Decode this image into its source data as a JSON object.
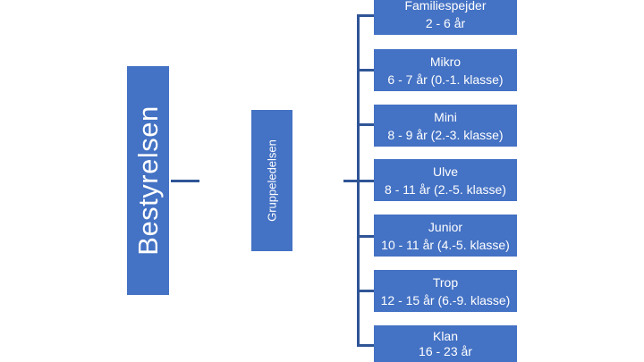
{
  "board": {
    "label": "Bestyrelsen"
  },
  "group": {
    "label": "Gruppeledelsen"
  },
  "units": [
    {
      "name": "Familiespejder",
      "detail": "2 - 6 år"
    },
    {
      "name": "Mikro",
      "detail": "6 - 7 år (0.-1. klasse)"
    },
    {
      "name": "Mini",
      "detail": "8 - 9 år (2.-3. klasse)"
    },
    {
      "name": "Ulve",
      "detail": "8 - 11 år (2.-5. klasse)"
    },
    {
      "name": "Junior",
      "detail": "10 - 11 år (4.-5. klasse)"
    },
    {
      "name": "Trop",
      "detail": "12 - 15 år (6.-9. klasse)"
    },
    {
      "name": "Klan",
      "detail": "16 - 23 år"
    }
  ],
  "colors": {
    "box": "#4472c4",
    "connector": "#2f5597",
    "text": "#ffffff"
  }
}
